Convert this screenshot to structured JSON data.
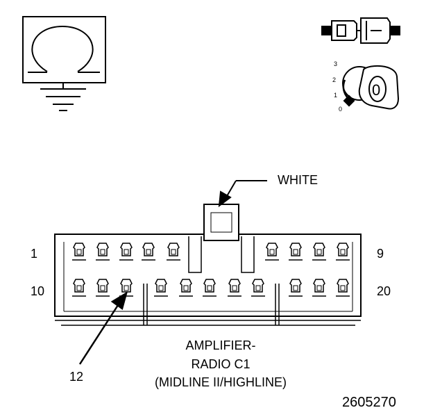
{
  "key_positions": [
    "3",
    "2",
    "1",
    "0"
  ],
  "key_label": "0",
  "connector": {
    "latch_color_label": "WHITE",
    "pin_labels": {
      "top_left": "1",
      "top_right": "9",
      "bottom_left": "10",
      "bottom_right": "20"
    },
    "callout_pin": "12",
    "name_lines": [
      "AMPLIFIER-",
      "RADIO C1",
      "(MIDLINE II/HIGHLINE)"
    ]
  },
  "figure_id": "2605270"
}
